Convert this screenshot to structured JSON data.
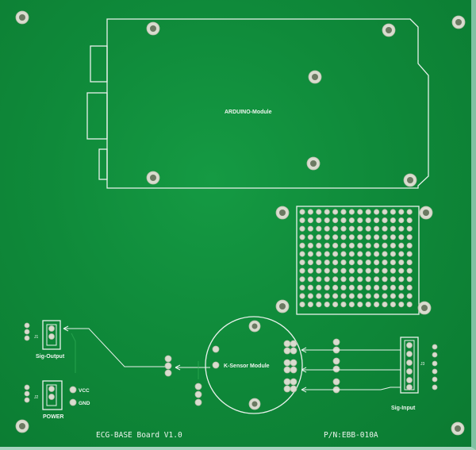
{
  "board": {
    "arduino_label": "ARDUINO-Module",
    "sensor_label": "K-Sensor Module",
    "title": "ECG-BASE Board V1.0",
    "part_number": "P/N:EBB-010A",
    "sig_output_label": "Sig-Output",
    "sig_input_label": "Sig-Input",
    "power_label": "POWER",
    "vcc_label": "VCC",
    "gnd_label": "GND",
    "j1_label": "J1",
    "j2_label": "J2",
    "j3_label": "J3"
  },
  "colors": {
    "solder_mask": "#0f8a3a",
    "silkscreen": "#e9f2ec",
    "pad": "#d9dccf"
  }
}
